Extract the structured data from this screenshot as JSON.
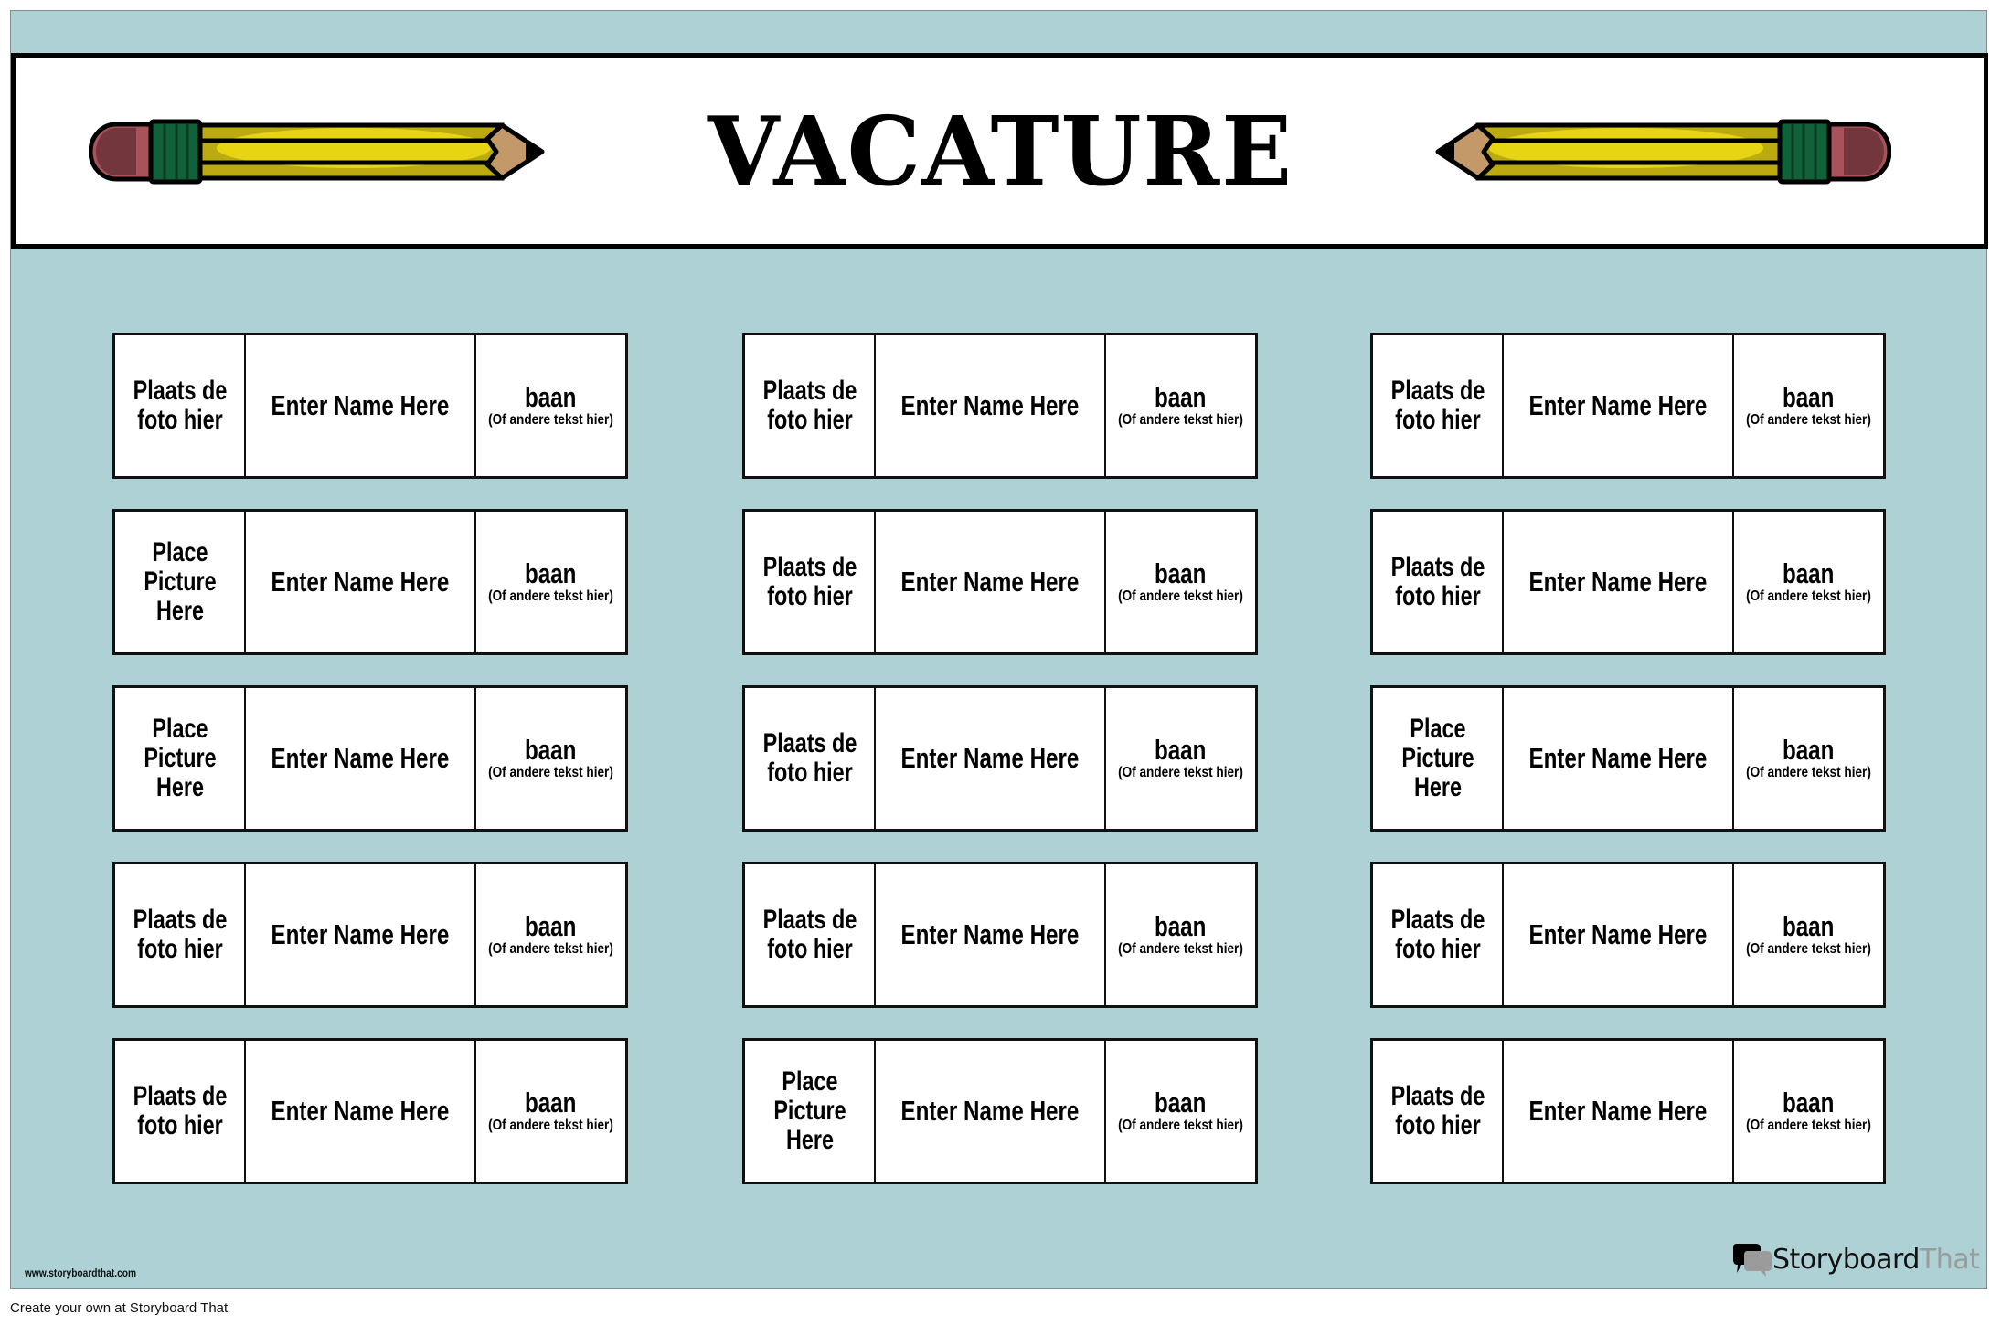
{
  "poster": {
    "background_color": "#aed1d5",
    "title": "VACATURE",
    "watermark": "www.storyboardthat.com",
    "footer": "Create your own at Storyboard That",
    "logo": {
      "primary": "Storyboard",
      "secondary": "That",
      "icon": "speech-bubbles-icon"
    },
    "decorations": [
      "pencil-icon-left",
      "pencil-icon-right"
    ]
  },
  "columns": [
    {
      "cards": [
        {
          "photo": "Plaats de foto hier",
          "name": "Enter Name Here",
          "job": "baan",
          "job_sub": "(Of andere tekst hier)"
        },
        {
          "photo": "Place Picture Here",
          "name": "Enter Name Here",
          "job": "baan",
          "job_sub": "(Of andere tekst hier)"
        },
        {
          "photo": "Place Picture Here",
          "name": "Enter Name Here",
          "job": "baan",
          "job_sub": "(Of andere tekst hier)"
        },
        {
          "photo": "Plaats de foto hier",
          "name": "Enter Name Here",
          "job": "baan",
          "job_sub": "(Of andere tekst hier)"
        },
        {
          "photo": "Plaats de foto hier",
          "name": "Enter Name Here",
          "job": "baan",
          "job_sub": "(Of andere tekst hier)"
        }
      ]
    },
    {
      "cards": [
        {
          "photo": "Plaats de foto hier",
          "name": "Enter Name Here",
          "job": "baan",
          "job_sub": "(Of andere tekst hier)"
        },
        {
          "photo": "Plaats de foto hier",
          "name": "Enter Name Here",
          "job": "baan",
          "job_sub": "(Of andere tekst hier)"
        },
        {
          "photo": "Plaats de foto hier",
          "name": "Enter Name Here",
          "job": "baan",
          "job_sub": "(Of andere tekst hier)"
        },
        {
          "photo": "Plaats de foto hier",
          "name": "Enter Name Here",
          "job": "baan",
          "job_sub": "(Of andere tekst hier)"
        },
        {
          "photo": "Place Picture Here",
          "name": "Enter Name Here",
          "job": "baan",
          "job_sub": "(Of andere tekst hier)"
        }
      ]
    },
    {
      "cards": [
        {
          "photo": "Plaats de foto hier",
          "name": "Enter Name Here",
          "job": "baan",
          "job_sub": "(Of andere tekst hier)"
        },
        {
          "photo": "Plaats de foto hier",
          "name": "Enter Name Here",
          "job": "baan",
          "job_sub": "(Of andere tekst hier)"
        },
        {
          "photo": "Place Picture Here",
          "name": "Enter Name Here",
          "job": "baan",
          "job_sub": "(Of andere tekst hier)"
        },
        {
          "photo": "Plaats de foto hier",
          "name": "Enter Name Here",
          "job": "baan",
          "job_sub": "(Of andere tekst hier)"
        },
        {
          "photo": "Plaats de foto hier",
          "name": "Enter Name Here",
          "job": "baan",
          "job_sub": "(Of andere tekst hier)"
        }
      ]
    }
  ]
}
